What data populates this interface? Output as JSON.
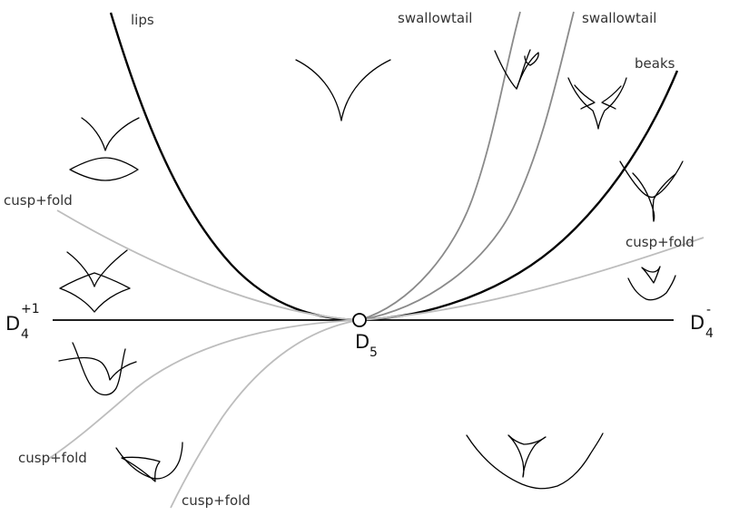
{
  "labels": {
    "lips": "lips",
    "swallowtail_1": "swallowtail",
    "swallowtail_2": "swallowtail",
    "beaks": "beaks",
    "cusp_fold_upper_left": "cusp+fold",
    "cusp_fold_right": "cusp+fold",
    "cusp_fold_lower_left": "cusp+fold",
    "cusp_fold_bottom": "cusp+fold"
  },
  "points": {
    "left_main": "D",
    "left_sub": "4",
    "left_sup": "+1",
    "right_main": "D",
    "right_sub": "4",
    "right_sup": "-",
    "center_main": "D",
    "center_sub": "5"
  },
  "colors": {
    "main_curve": "#000000",
    "swallowtail_curve": "#8a8a8a",
    "cusp_fold_curve": "#bdbdbd"
  }
}
